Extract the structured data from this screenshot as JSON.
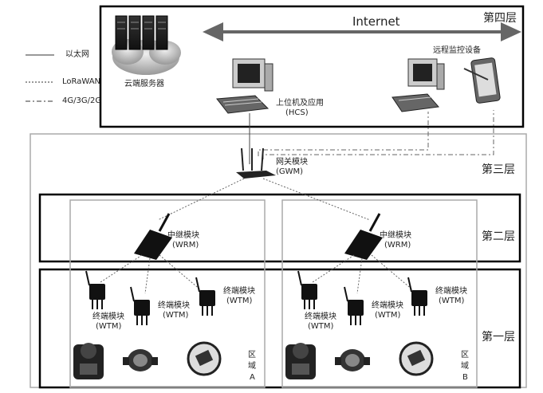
{
  "legend": {
    "ethernet": "以太网",
    "lorawan": "LoRaWAN",
    "cellular": "4G/3G/2G"
  },
  "layers": {
    "layer4": "第四层",
    "layer3": "第三层",
    "layer2": "第二层",
    "layer1": "第一层"
  },
  "internet": "Internet",
  "cloud_server": "云端服务器",
  "hcs": {
    "line1": "上位机及应用",
    "line2": "(HCS)"
  },
  "remote": "远程监控设备",
  "gwm": {
    "line1": "网关模块",
    "line2": "(GWM)"
  },
  "wrm": {
    "line1": "中继模块",
    "line2": "(WRM)"
  },
  "wtm": {
    "line1": "终端模块",
    "line2": "(WTM)"
  },
  "zone_a": {
    "c1": "区",
    "c2": "域",
    "c3": "A"
  },
  "zone_b": {
    "c1": "区",
    "c2": "域",
    "c3": "B"
  }
}
